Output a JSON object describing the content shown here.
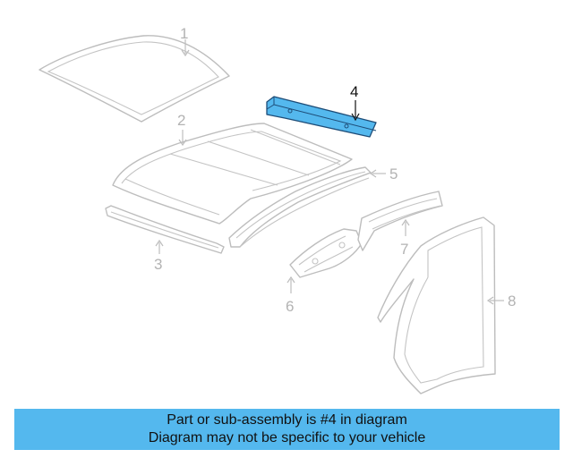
{
  "callouts": {
    "c1": "1",
    "c2": "2",
    "c3": "3",
    "c4": "4",
    "c5": "5",
    "c6": "6",
    "c7": "7",
    "c8": "8"
  },
  "highlight": {
    "part": "4",
    "fill_color": "#54b8ee",
    "outline_color": "#1e4d78"
  },
  "banner": {
    "line1": "Part or sub-assembly is #4 in diagram",
    "line2": "Diagram may not be specific to your vehicle",
    "background_color": "#54b8ee"
  }
}
